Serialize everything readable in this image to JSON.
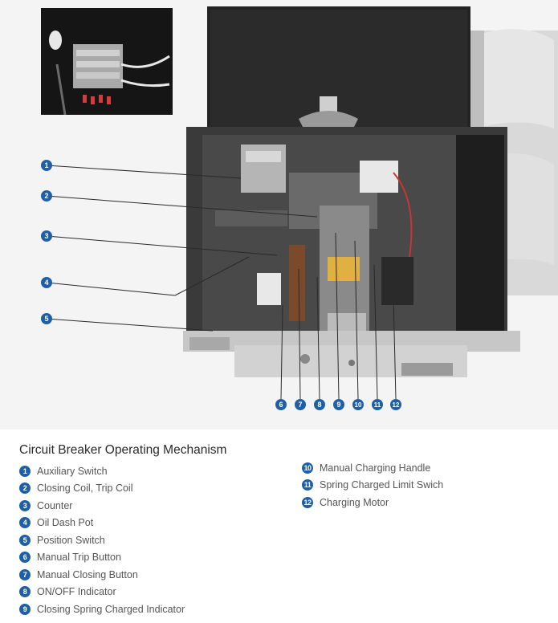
{
  "caption": {
    "title": "Circuit Breaker Operating Mechanism"
  },
  "parts": [
    {
      "num": "1",
      "label": "Auxiliary Switch"
    },
    {
      "num": "2",
      "label": "Closing Coil, Trip Coil"
    },
    {
      "num": "3",
      "label": "Counter"
    },
    {
      "num": "4",
      "label": "Oil Dash Pot"
    },
    {
      "num": "5",
      "label": "Position Switch"
    },
    {
      "num": "6",
      "label": "Manual Trip Button"
    },
    {
      "num": "7",
      "label": "Manual Closing Button"
    },
    {
      "num": "8",
      "label": "ON/OFF Indicator"
    },
    {
      "num": "9",
      "label": "Closing Spring Charged Indicator"
    },
    {
      "num": "10",
      "label": "Manual Charging Handle"
    },
    {
      "num": "11",
      "label": "Spring Charged Limit Swich"
    },
    {
      "num": "12",
      "label": "Charging Motor"
    }
  ],
  "colors": {
    "badge": "#1f5fa6",
    "housing": "#1c1c1c"
  }
}
